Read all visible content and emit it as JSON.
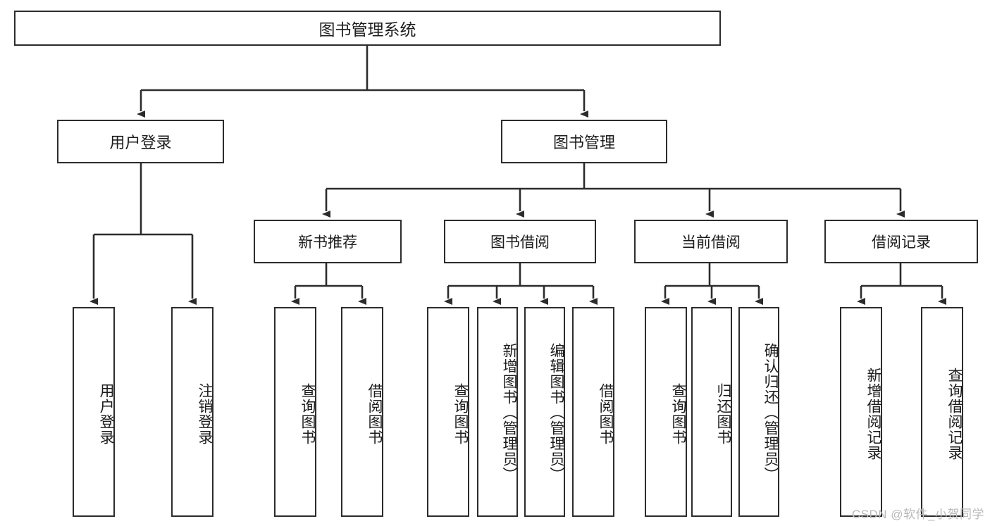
{
  "diagram": {
    "title": "图书管理系统",
    "type": "hierarchy-tree",
    "root": {
      "id": "root",
      "label": "图书管理系统"
    },
    "level2": [
      {
        "id": "user-login",
        "label": "用户登录"
      },
      {
        "id": "book-management",
        "label": "图书管理"
      }
    ],
    "level3": [
      {
        "id": "new-book-recommend",
        "label": "新书推荐",
        "parent": "book-management"
      },
      {
        "id": "book-borrow",
        "label": "图书借阅",
        "parent": "book-management"
      },
      {
        "id": "current-borrow",
        "label": "当前借阅",
        "parent": "book-management"
      },
      {
        "id": "borrow-record",
        "label": "借阅记录",
        "parent": "book-management"
      }
    ],
    "leaves": [
      {
        "id": "leaf-user-login",
        "label": "用户登录",
        "parent": "user-login"
      },
      {
        "id": "leaf-user-logout",
        "label": "注销登录",
        "parent": "user-login"
      },
      {
        "id": "leaf-query-book-1",
        "label": "查询图书",
        "parent": "new-book-recommend"
      },
      {
        "id": "leaf-borrow-book-1",
        "label": "借阅图书",
        "parent": "new-book-recommend"
      },
      {
        "id": "leaf-query-book-2",
        "label": "查询图书",
        "parent": "book-borrow"
      },
      {
        "id": "leaf-add-book",
        "label": "新增图书（管理员）",
        "parent": "book-borrow"
      },
      {
        "id": "leaf-edit-book",
        "label": "编辑图书（管理员）",
        "parent": "book-borrow"
      },
      {
        "id": "leaf-borrow-book-2",
        "label": "借阅图书",
        "parent": "book-borrow"
      },
      {
        "id": "leaf-query-book-3",
        "label": "查询图书",
        "parent": "current-borrow"
      },
      {
        "id": "leaf-return-book",
        "label": "归还图书",
        "parent": "current-borrow"
      },
      {
        "id": "leaf-confirm-return",
        "label": "确认归还（管理员）",
        "parent": "current-borrow"
      },
      {
        "id": "leaf-add-record",
        "label": "新增借阅记录",
        "parent": "borrow-record"
      },
      {
        "id": "leaf-query-record",
        "label": "查询借阅记录",
        "parent": "borrow-record"
      }
    ]
  },
  "watermark": {
    "text": "CSDN @软件_小贺同学"
  },
  "colors": {
    "border": "#2c2c2c",
    "background": "#ffffff",
    "text": "#1c1c1c",
    "watermark": "#b9b9b9"
  }
}
